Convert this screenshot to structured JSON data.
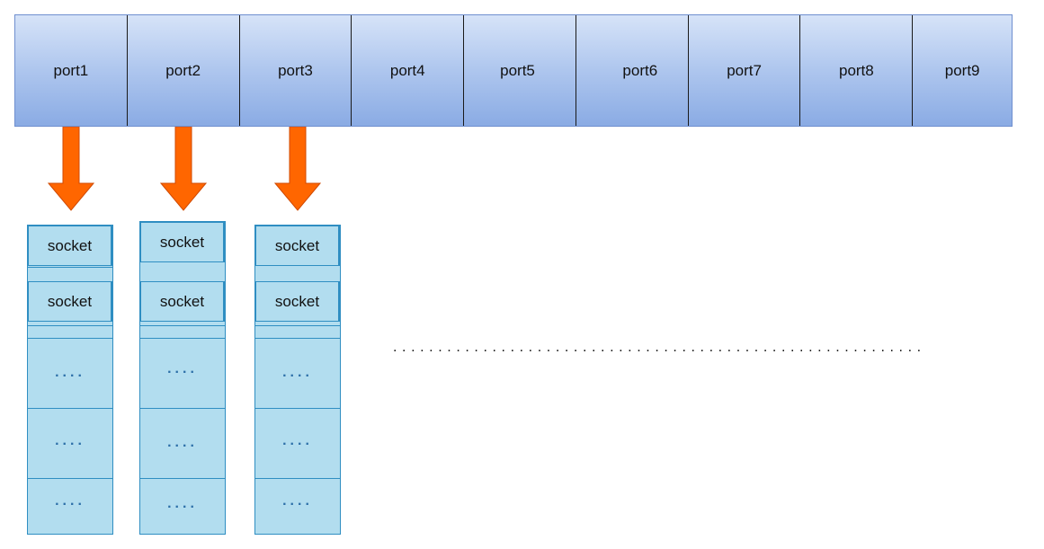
{
  "ports": [
    "port1",
    "port2",
    "port3",
    "port4",
    "port5",
    "port6",
    "port7",
    "port8",
    "port9"
  ],
  "stacks": [
    {
      "sockets": [
        "socket",
        "socket"
      ],
      "placeholders": [
        "....",
        "....",
        "...."
      ]
    },
    {
      "sockets": [
        "socket",
        "socket"
      ],
      "placeholders": [
        "....",
        "....",
        "...."
      ]
    },
    {
      "sockets": [
        "socket",
        "socket"
      ],
      "placeholders": [
        "....",
        "....",
        "...."
      ]
    }
  ],
  "continuation": "...........................................................",
  "colors": {
    "port_gradient_top": "#d6e3f8",
    "port_gradient_bottom": "#8aabe4",
    "arrow": "#ff6600",
    "arrow_outline": "#d04a00",
    "stack_fill": "#b2ddef",
    "stack_border": "#2f8ec2"
  }
}
